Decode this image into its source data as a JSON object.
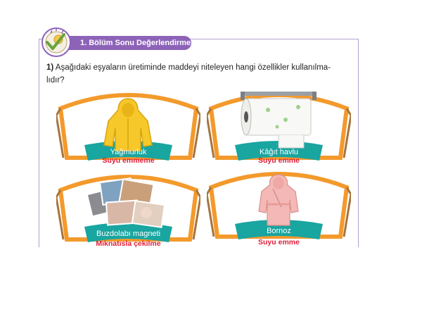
{
  "header": {
    "title": "1. Bölüm Sonu Değerlendirme",
    "badge_icon": "check-badge-icon"
  },
  "question": {
    "number": "1)",
    "text": "Aşağıdaki eşyaların üretiminde maddeyi niteleyen hangi özellikler kullanılma-",
    "text_cont": "lıdır?"
  },
  "cards": [
    {
      "label": "Yağmurluk",
      "answer": "Suyu emmeme",
      "icon": "raincoat-icon"
    },
    {
      "label": "Kâğıt havlu",
      "answer": "Suyu emme",
      "icon": "paper-towel-icon"
    },
    {
      "label": "Buzdolabı magneti",
      "answer": "Mıknatısla çekilme",
      "icon": "fridge-magnet-icon"
    },
    {
      "label": "Bornoz",
      "answer": "Suyu emme",
      "icon": "bathrobe-icon"
    }
  ],
  "colors": {
    "purple": "#8d63b8",
    "orange": "#f39a2c",
    "teal": "#19a5a0",
    "red": "#e0203a",
    "brown": "#a8743c"
  }
}
